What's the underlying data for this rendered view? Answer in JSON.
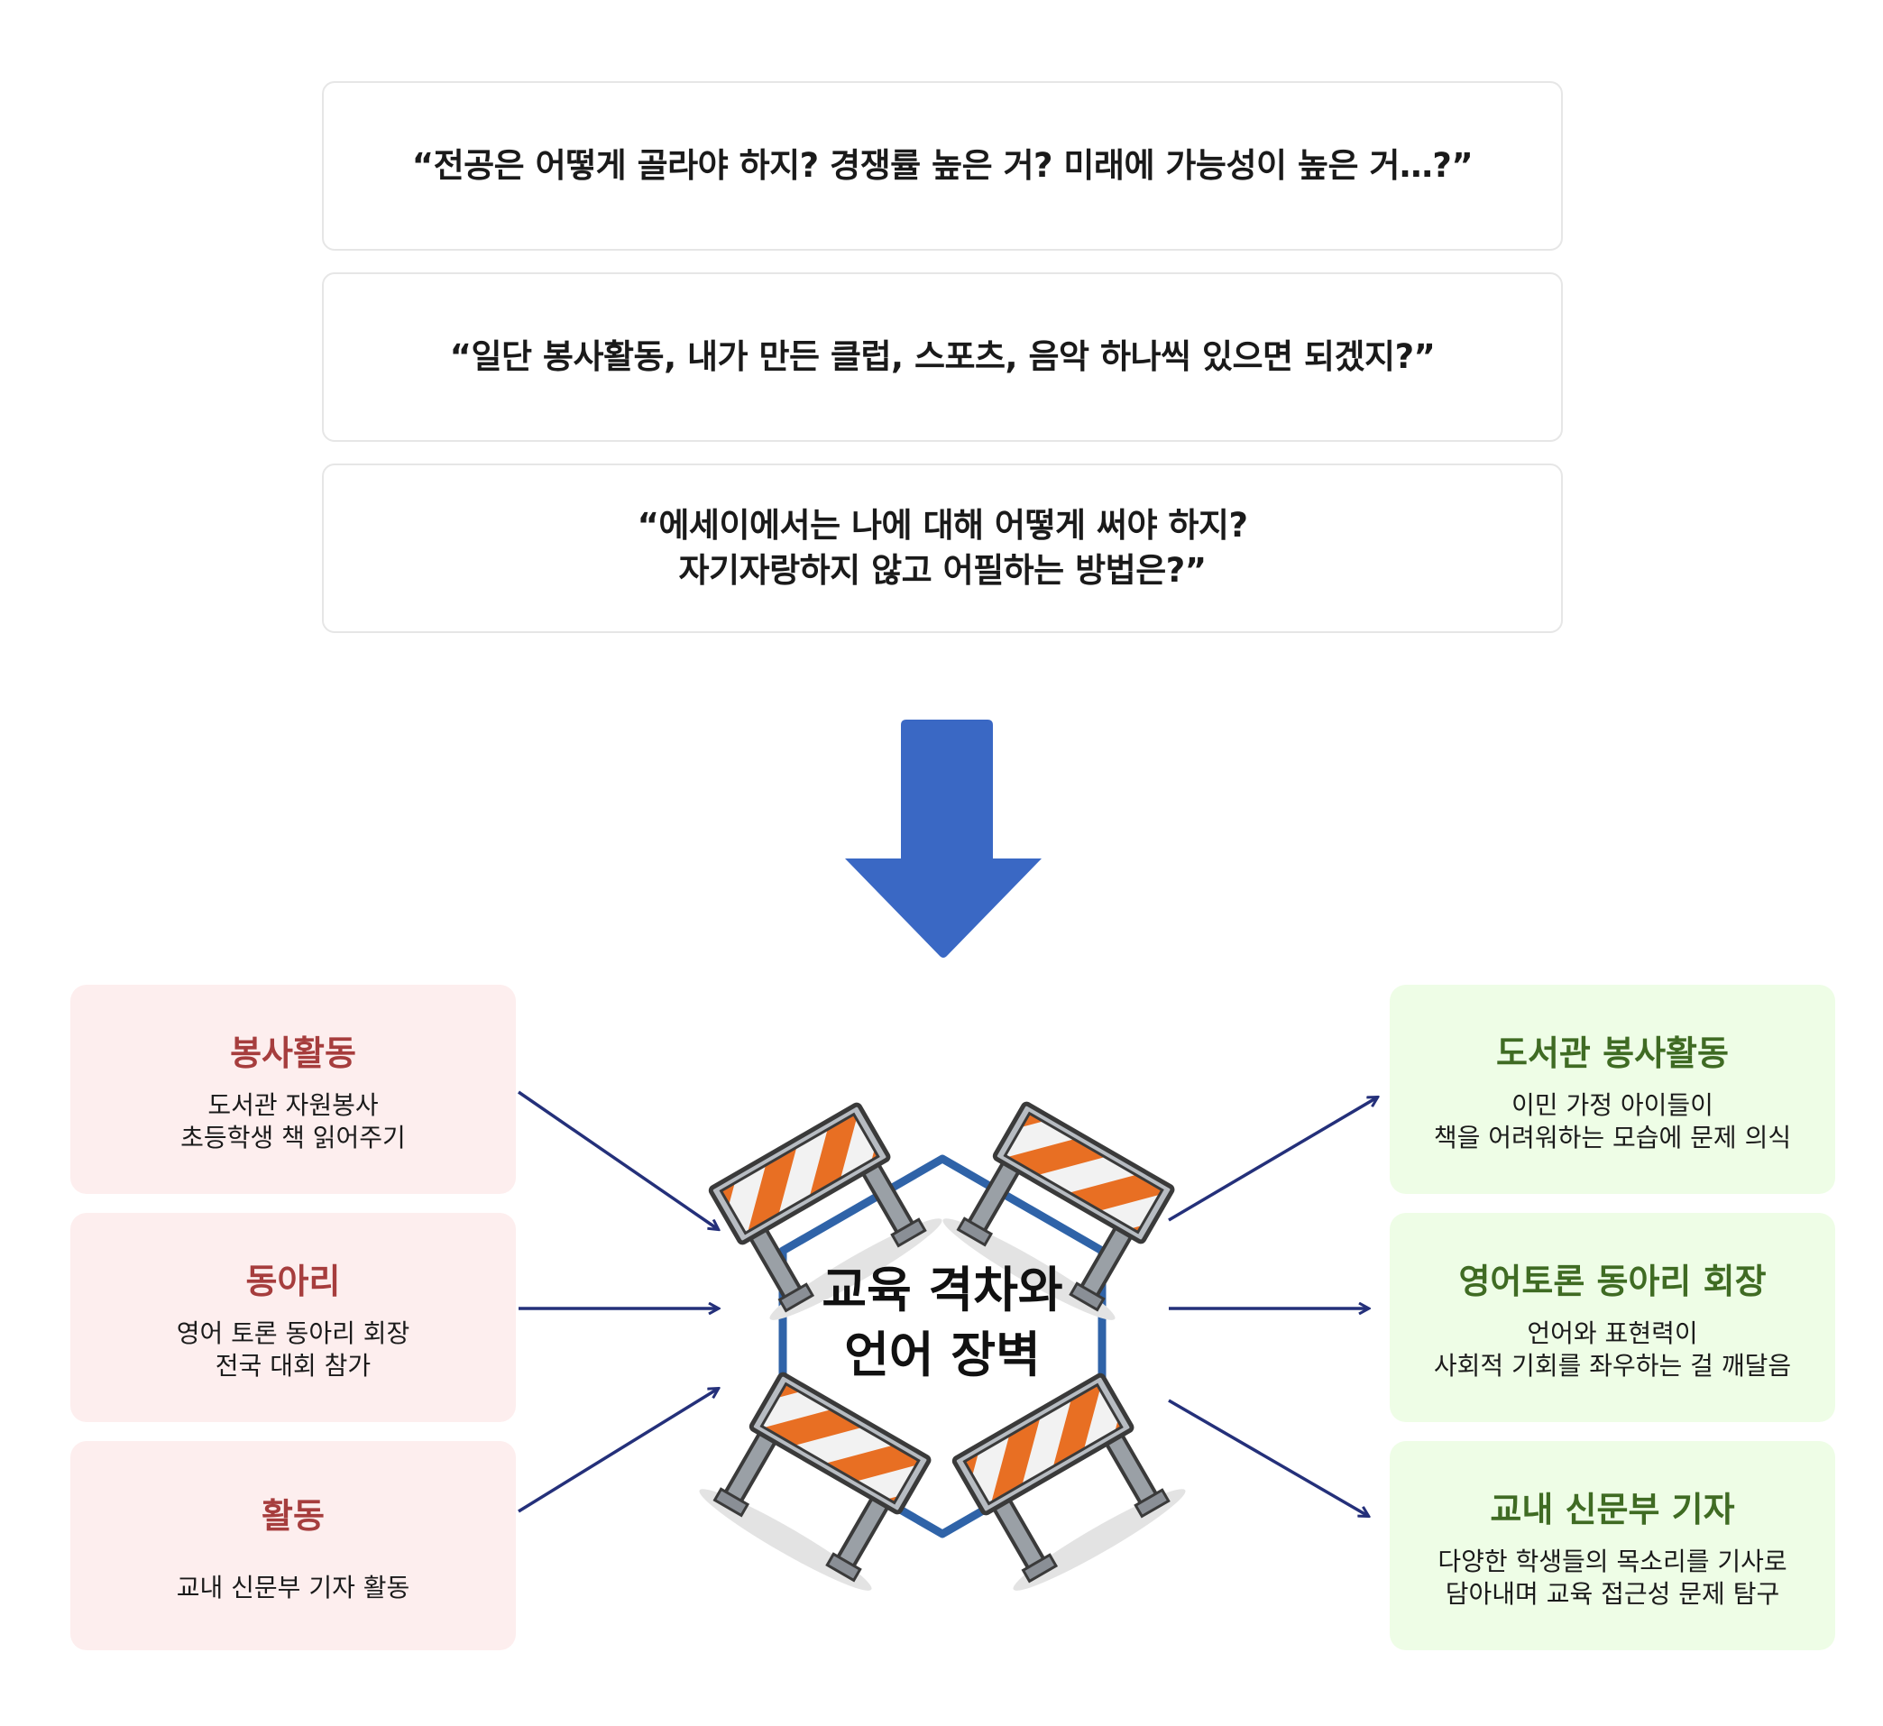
{
  "questions": [
    {
      "lines": [
        "“전공은 어떻게 골라야 하지? 경쟁률 높은 거? 미래에 가능성이 높은 거…?”"
      ]
    },
    {
      "lines": [
        "“일단 봉사활동, 내가 만든 클럽, 스포츠, 음악 하나씩 있으면 되겠지?”"
      ]
    },
    {
      "lines": [
        "“에세이에서는 나에 대해 어떻게 써야 하지?",
        "자기자랑하지 않고 어필하는 방법은?”"
      ]
    }
  ],
  "center": {
    "lines": [
      "교육 격차와",
      "언어 장벽"
    ]
  },
  "left_boxes": [
    {
      "title": "봉사활동",
      "desc": [
        "도서관 자원봉사",
        "초등학생 책 읽어주기"
      ]
    },
    {
      "title": "동아리",
      "desc": [
        "영어 토론 동아리 회장",
        "전국 대회 참가"
      ]
    },
    {
      "title": "활동",
      "desc": [
        "교내 신문부 기자 활동"
      ]
    }
  ],
  "right_boxes": [
    {
      "title": "도서관 봉사활동",
      "desc": [
        "이민 가정 아이들이",
        "책을 어려워하는 모습에 문제 의식"
      ]
    },
    {
      "title": "영어토론 동아리 회장",
      "desc": [
        "언어와 표현력이",
        "사회적 기회를 좌우하는 걸 깨달음"
      ]
    },
    {
      "title": "교내 신문부 기자",
      "desc": [
        "다양한 학생들의 목소리를 기사로",
        "담아내며 교육 접근성 문제 탐구"
      ]
    }
  ],
  "icons": {
    "down_arrow": "down-arrow-icon",
    "barrier": "road-barrier-icon"
  },
  "colors": {
    "down_arrow": "#3a68c4",
    "connector": "#24307a",
    "hexagon": "#2f63a8",
    "barrier_orange": "#e86f23",
    "barrier_frame": "#8a8f96",
    "left_title": "#a63d3d",
    "right_title": "#3f6b23",
    "left_bg": "#fdeeee",
    "right_bg": "#eefde6"
  }
}
